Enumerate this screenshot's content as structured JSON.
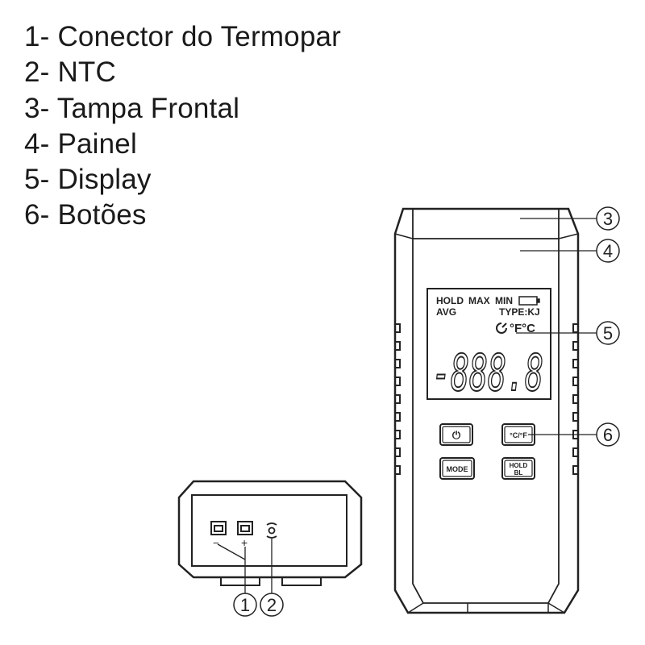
{
  "legend": [
    "1- Conector do Termopar",
    "2- NTC",
    "3- Tampa Frontal",
    "4- Painel",
    "5- Display",
    "6- Botões"
  ],
  "display": {
    "hold": "HOLD",
    "max": "MAX",
    "min": "MIN",
    "avg": "AVG",
    "type": "TYPE:KJ",
    "units": "°F°C",
    "digits": "-888.8"
  },
  "buttons": {
    "power": "⏻",
    "unit": "°C/°F",
    "mode": "MODE",
    "hold_line1": "HOLD",
    "hold_line2": "BL"
  },
  "connector": {
    "minus": "−",
    "plus": "+"
  },
  "callouts": [
    "1",
    "2",
    "3",
    "4",
    "5",
    "6"
  ]
}
